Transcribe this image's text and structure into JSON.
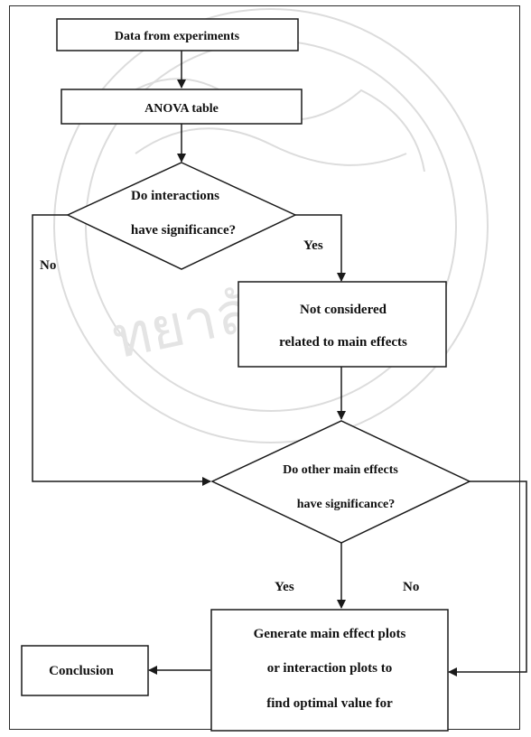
{
  "nodes": {
    "start": "Data from experiments",
    "anova": "ANOVA table",
    "decision_interactions": [
      "Do interactions",
      "have significance?"
    ],
    "not_considered": [
      "Not considered",
      "related to main effects"
    ],
    "decision_main_effects": [
      "Do other main effects",
      "have significance?"
    ],
    "generate_plots": [
      "Generate main effect plots",
      "or interaction plots to",
      "find optimal value for"
    ],
    "conclusion": "Conclusion"
  },
  "edge_labels": {
    "interactions_yes": "Yes",
    "interactions_no": "No",
    "main_effects_yes": "Yes",
    "main_effects_no": "No"
  }
}
